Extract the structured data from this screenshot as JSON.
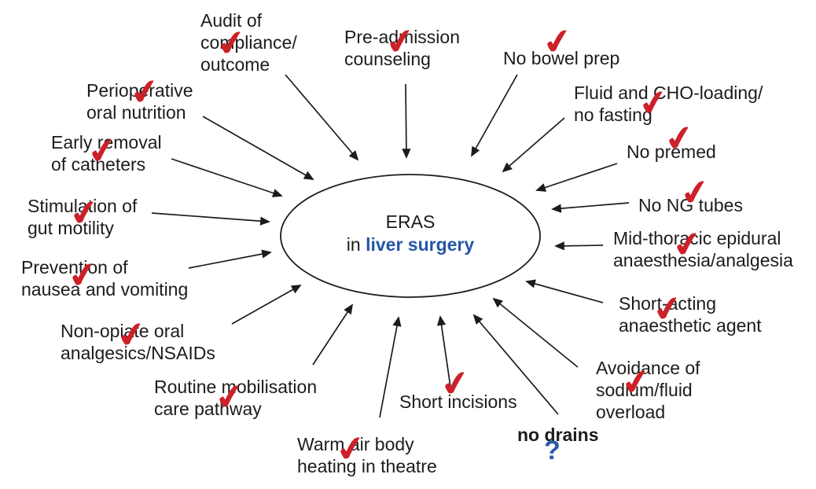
{
  "center": {
    "title": "ERAS",
    "prefix": "in",
    "subject": "liver surgery"
  },
  "icons": {
    "check": "✔",
    "question": "?"
  },
  "colors": {
    "check_red": "#cc2127",
    "accent_blue": "#2456a4",
    "text": "#1c1c1c",
    "background": "#ffffff"
  },
  "items": [
    {
      "label": "Audit of\ncompliance/\noutcome",
      "checked": true
    },
    {
      "label": "Pre-admission\ncounseling",
      "checked": true
    },
    {
      "label": "No bowel prep",
      "checked": true
    },
    {
      "label": "Fluid and CHO-loading/\nno fasting",
      "checked": true
    },
    {
      "label": "No premed",
      "checked": true
    },
    {
      "label": "No NG tubes",
      "checked": true
    },
    {
      "label": "Mid-thoracic epidural\nanaesthesia/analgesia",
      "checked": true
    },
    {
      "label": "Short-acting\nanaesthetic agent",
      "checked": true
    },
    {
      "label": "Avoidance of\nsodium/fluid\noverload",
      "checked": true
    },
    {
      "label": "no drains",
      "checked": false,
      "marker": "question"
    },
    {
      "label": "Short incisions",
      "checked": true
    },
    {
      "label": "Warm air body\nheating in theatre",
      "checked": true
    },
    {
      "label": "Routine mobilisation\ncare pathway",
      "checked": true
    },
    {
      "label": "Non-opiate oral\nanalgesics/NSAIDs",
      "checked": true
    },
    {
      "label": "Prevention of\nnausea and vomiting",
      "checked": true
    },
    {
      "label": "Stimulation of\ngut motility",
      "checked": true
    },
    {
      "label": "Early removal\nof catheters",
      "checked": true
    },
    {
      "label": "Perioperative\noral nutrition",
      "checked": true
    }
  ]
}
